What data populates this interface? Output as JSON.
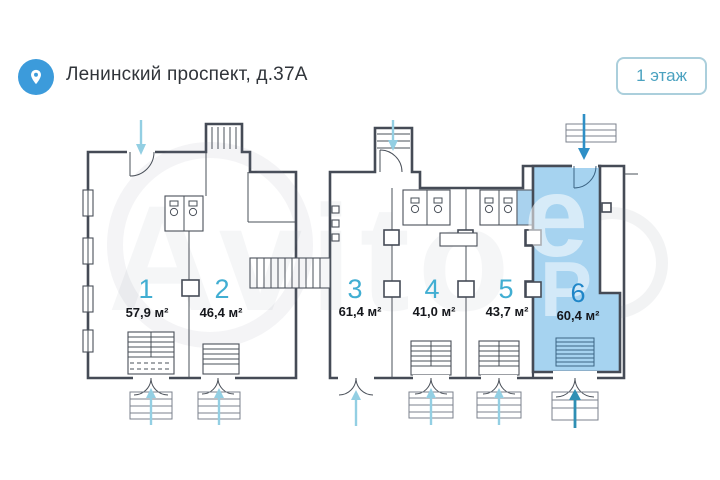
{
  "header": {
    "address": "Ленинский проспект, д.37А",
    "floor_badge": "1 этаж"
  },
  "plan": {
    "watermark": "Avito",
    "watermark_letter_e": "e",
    "watermark_letter_p": "P",
    "units": [
      {
        "id": "1",
        "area": "57,9 м²",
        "highlighted": false
      },
      {
        "id": "2",
        "area": "46,4 м²",
        "highlighted": false
      },
      {
        "id": "3",
        "area": "61,4 м²",
        "highlighted": false
      },
      {
        "id": "4",
        "area": "41,0 м²",
        "highlighted": false
      },
      {
        "id": "5",
        "area": "43,7 м²",
        "highlighted": false
      },
      {
        "id": "6",
        "area": "60,4 м²",
        "highlighted": true
      }
    ],
    "colors": {
      "highlight_fill": "#a6d3f0",
      "unit_number_teal": "#41aed2",
      "unit_number_blue": "#1f86c8",
      "wall": "#454b56",
      "arrow_light": "#93cfe3",
      "arrow_dark": "#2e8fc6",
      "pin_badge": "#3c9bdb",
      "floor_badge_border": "#abcfdc",
      "floor_badge_text": "#4ba2c0"
    }
  }
}
